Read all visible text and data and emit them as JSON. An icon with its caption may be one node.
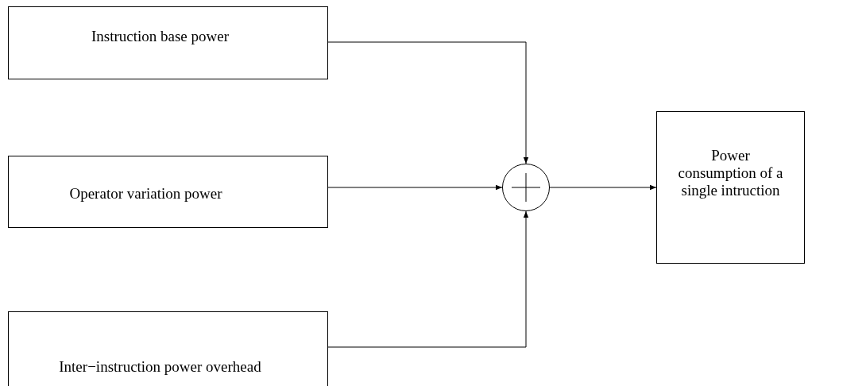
{
  "diagram": {
    "nodes": [
      {
        "text": [
          "Instruction base power"
        ]
      },
      {
        "text": [
          "Operator variation power"
        ]
      },
      {
        "text": [
          "Inter−instruction power overhead"
        ]
      },
      {
        "text": [],
        "shape": "circle"
      },
      {
        "text": [
          "Power consumption of a single intruction"
        ]
      }
    ],
    "edges": [
      {
        "from": 0,
        "to": 3,
        "arrow": "to"
      },
      {
        "from": 1,
        "to": 3,
        "arrow": "to"
      },
      {
        "from": 2,
        "to": 3,
        "arrow": "to"
      },
      {
        "from": 3,
        "to": 4,
        "arrow": "to"
      }
    ]
  }
}
